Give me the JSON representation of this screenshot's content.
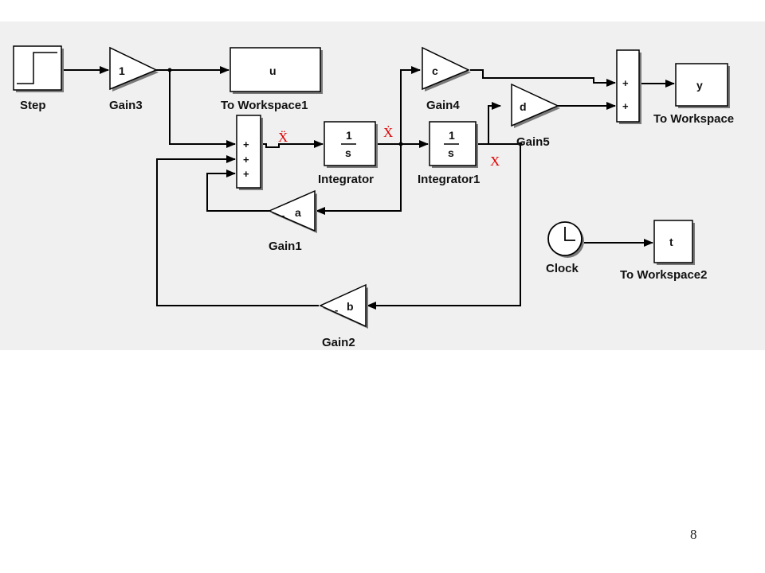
{
  "blocks": {
    "step": {
      "label": "Step"
    },
    "gain3": {
      "label": "Gain3",
      "value": "1"
    },
    "to_workspace1": {
      "label": "To Workspace1",
      "value": "u"
    },
    "sum1": {
      "signs": [
        "+",
        "+",
        "+"
      ]
    },
    "integrator": {
      "label": "Integrator",
      "num": "1",
      "den": "s"
    },
    "integrator1": {
      "label": "Integrator1",
      "num": "1",
      "den": "s"
    },
    "gain4": {
      "label": "Gain4",
      "value": "c"
    },
    "gain5": {
      "label": "Gain5",
      "value": "d"
    },
    "sum2": {
      "signs": [
        "+",
        "+"
      ]
    },
    "to_workspace": {
      "label": "To Workspace",
      "value": "y"
    },
    "gain1": {
      "label": "Gain1",
      "value": "a",
      "sign": "-"
    },
    "gain2": {
      "label": "Gain2",
      "value": "b",
      "sign": "-"
    },
    "clock": {
      "label": "Clock"
    },
    "to_workspace2": {
      "label": "To Workspace2",
      "value": "t"
    }
  },
  "signals": {
    "x_ddot": "Ẍ",
    "x_dot": "Ẋ",
    "x": "X"
  },
  "page_number": "8"
}
